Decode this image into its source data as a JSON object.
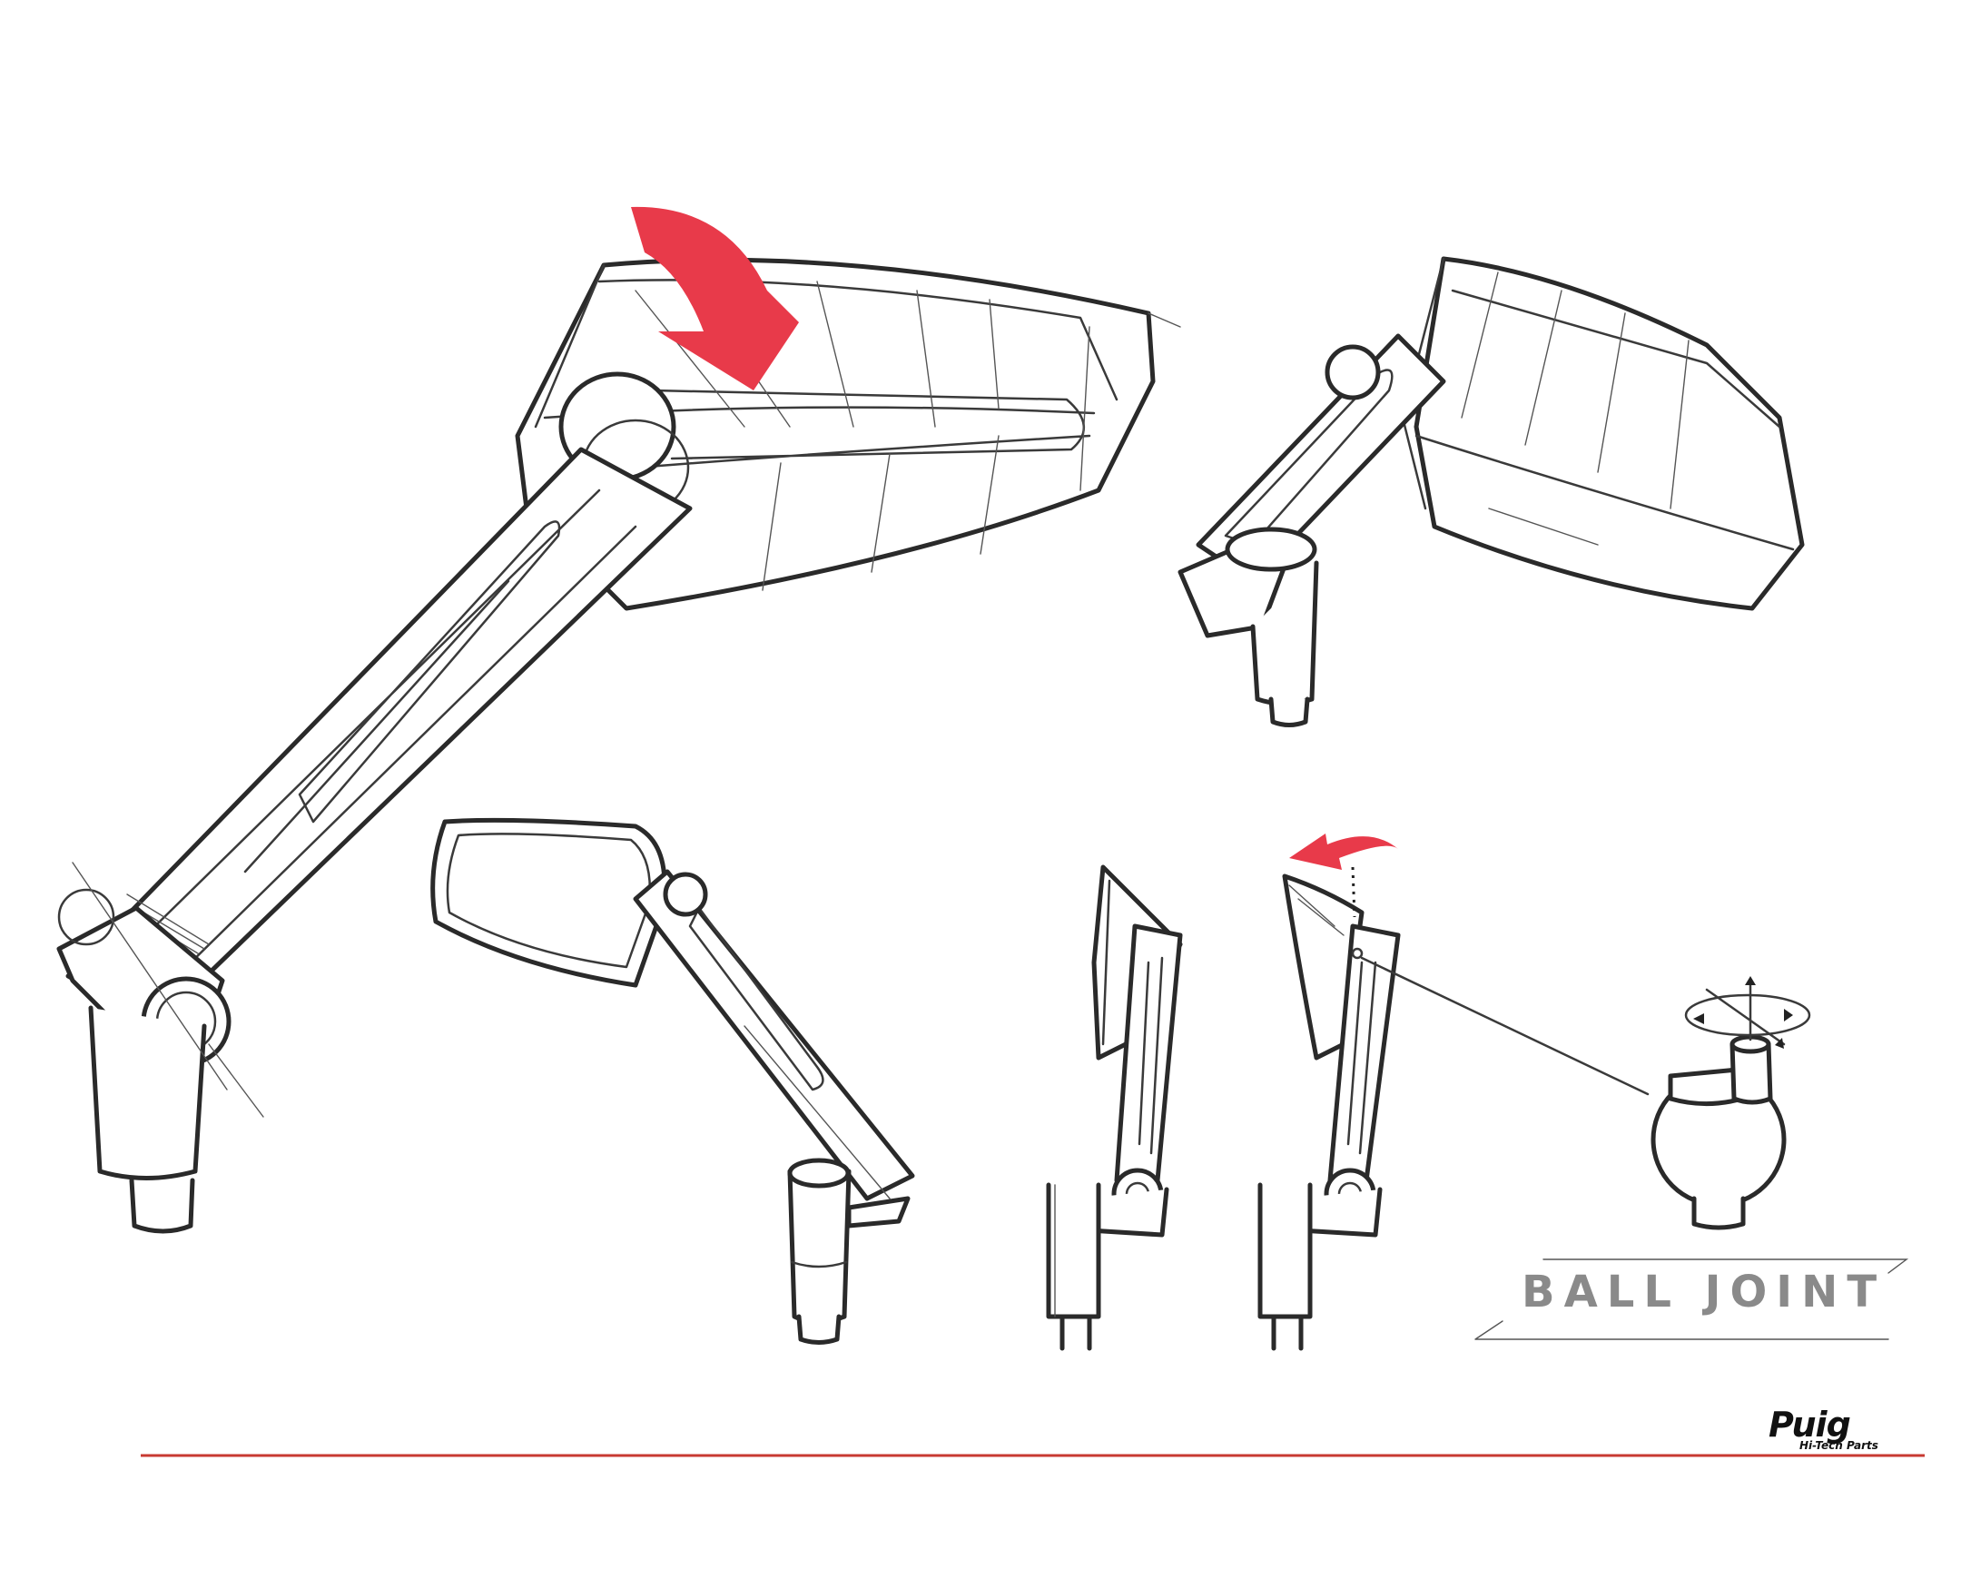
{
  "label": {
    "text": "BALL JOINT"
  },
  "logo": {
    "name": "Puig",
    "tagline": "Hi-Tech Parts"
  },
  "colors": {
    "accent": "#e83a4a",
    "ink": "#2a2a2a",
    "label": "#8a8a8a",
    "rule": "#c83a32"
  }
}
